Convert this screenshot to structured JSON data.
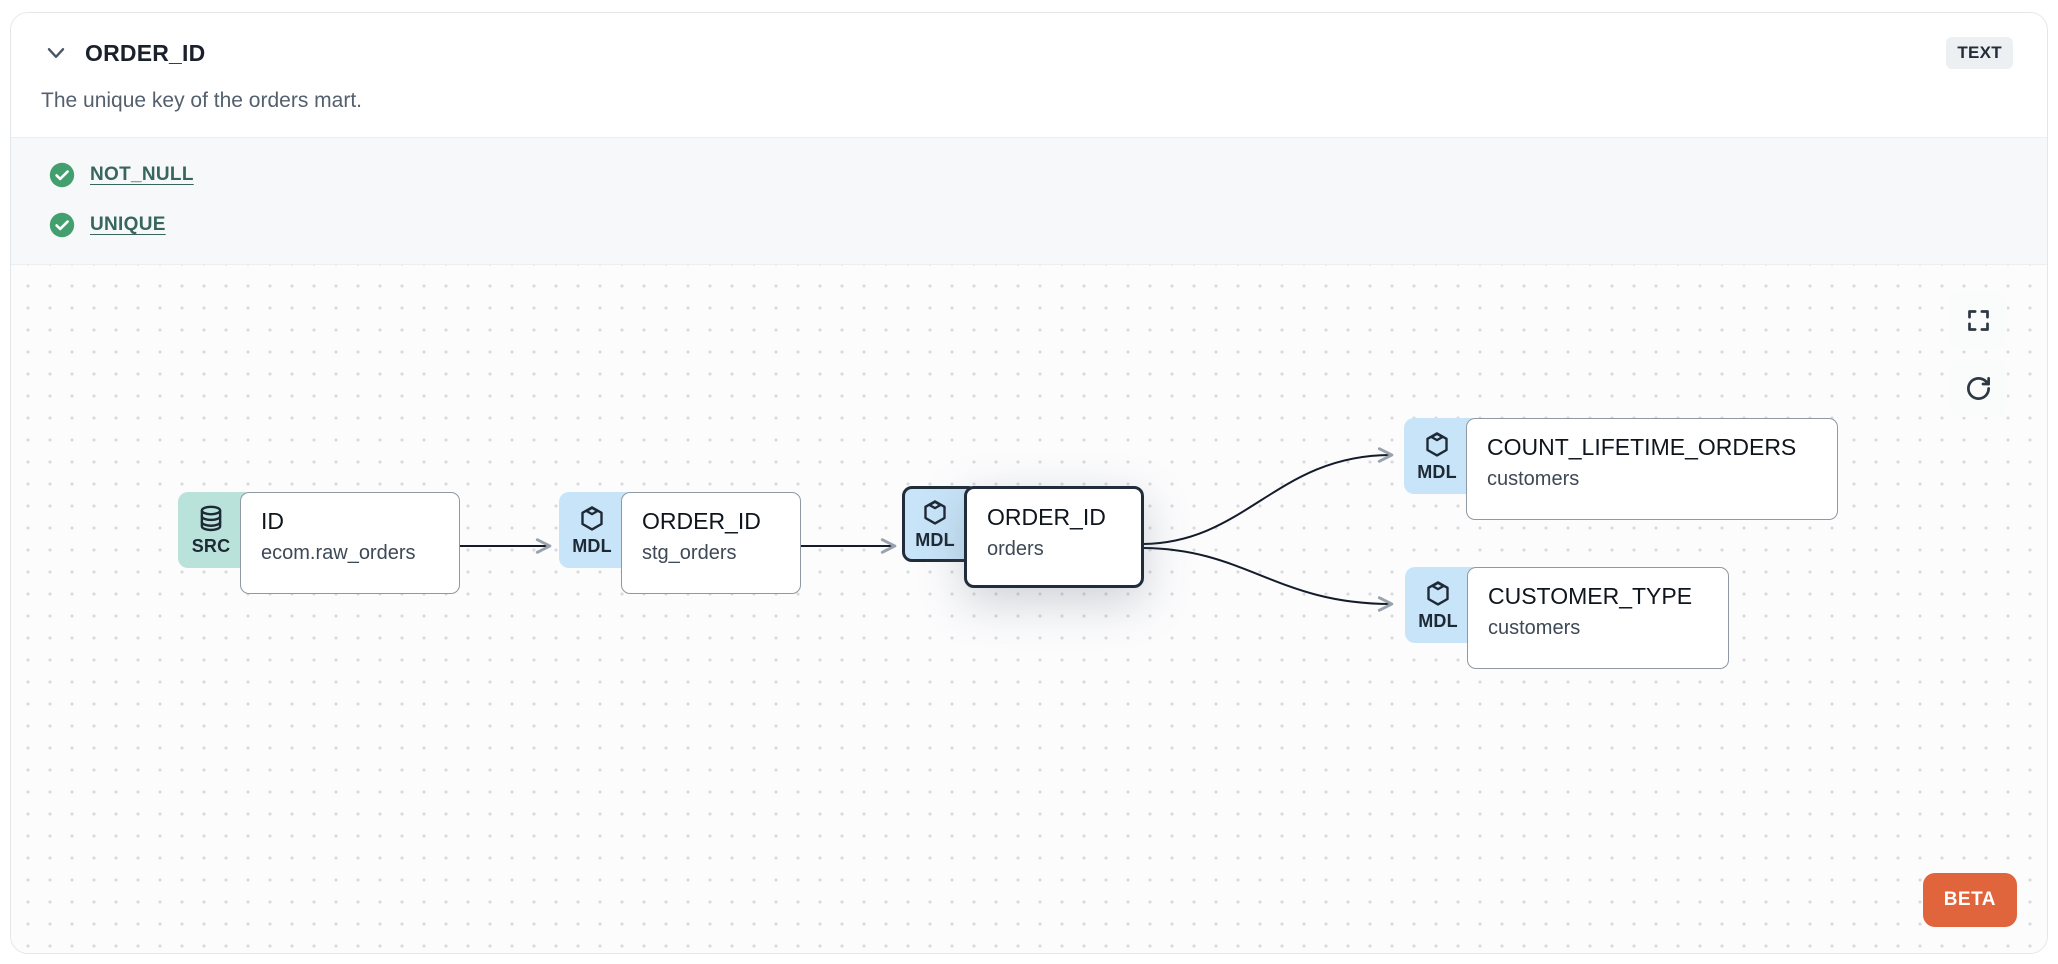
{
  "header": {
    "title": "ORDER_ID",
    "type_badge": "TEXT",
    "description": "The unique key of the orders mart."
  },
  "tests": [
    {
      "label": "NOT_NULL",
      "status": "passed"
    },
    {
      "label": "UNIQUE",
      "status": "passed"
    }
  ],
  "lineage": {
    "nodes": [
      {
        "badge": "SRC",
        "icon": "database-icon",
        "title": "ID",
        "subtitle": "ecom.raw_orders",
        "selected": false
      },
      {
        "badge": "MDL",
        "icon": "cube-icon",
        "title": "ORDER_ID",
        "subtitle": "stg_orders",
        "selected": false
      },
      {
        "badge": "MDL",
        "icon": "cube-icon",
        "title": "ORDER_ID",
        "subtitle": "orders",
        "selected": true
      },
      {
        "badge": "MDL",
        "icon": "cube-icon",
        "title": "COUNT_LIFETIME_ORDERS",
        "subtitle": "customers",
        "selected": false
      },
      {
        "badge": "MDL",
        "icon": "cube-icon",
        "title": "CUSTOMER_TYPE",
        "subtitle": "customers",
        "selected": false
      }
    ],
    "beta_label": "BETA"
  },
  "icons": {
    "chevron": "chevron-down-icon",
    "check": "check-circle-icon",
    "fullscreen": "fullscreen-icon",
    "refresh": "refresh-icon"
  },
  "colors": {
    "test_pass_green": "#43a06e",
    "test_link_teal": "#38665f",
    "src_badge_bg": "#b9e2da",
    "mdl_badge_bg": "#c8e4f8",
    "selected_border": "#222d3b",
    "edge": "#131c2a",
    "beta_orange": "#e0643c",
    "type_badge_bg": "#edf0f3",
    "tests_section_bg": "#f7f8f9"
  }
}
